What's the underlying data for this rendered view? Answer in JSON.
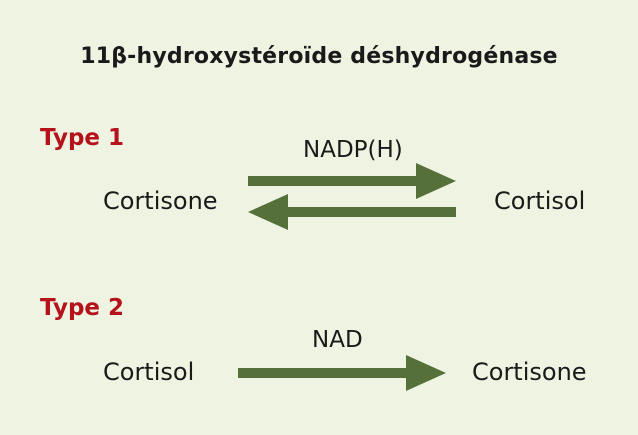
{
  "title": "11β-hydroxystéroïde déshydrogénase",
  "colors": {
    "background": "#eef3e2",
    "type_label": "#b5121b",
    "arrow": "#56703a",
    "text": "#1a1a1a"
  },
  "type1": {
    "label": "Type 1",
    "substrate": "Cortisone",
    "product": "Cortisol",
    "cofactor": "NADP(H)",
    "arrows": [
      "forward",
      "reverse"
    ]
  },
  "type2": {
    "label": "Type 2",
    "substrate": "Cortisol",
    "product": "Cortisone",
    "cofactor": "NAD",
    "arrows": [
      "forward"
    ]
  }
}
